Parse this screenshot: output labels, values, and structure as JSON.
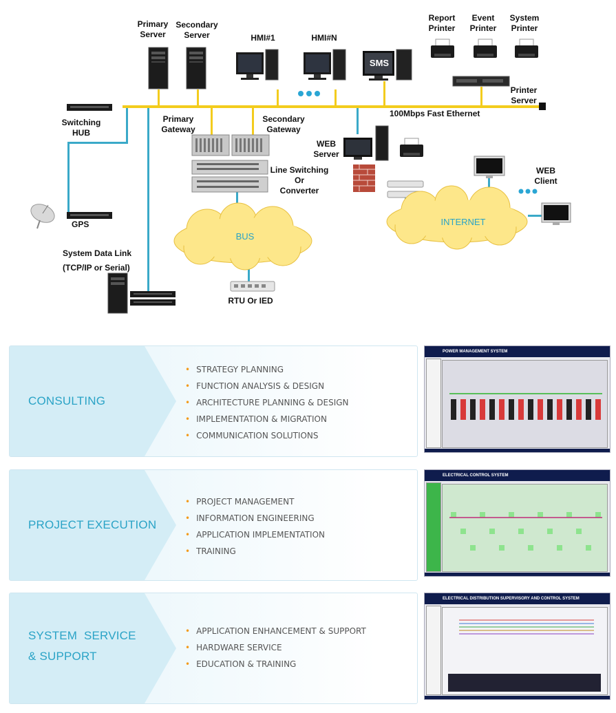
{
  "diagram": {
    "labels": {
      "primary_server": "Primary\nServer",
      "secondary_server": "Secondary\nServer",
      "hmi1": "HMI#1",
      "hmin": "HMI#N",
      "sms": "SMS",
      "report_printer": "Report\nPrinter",
      "event_printer": "Event\nPrinter",
      "system_printer": "System\nPrinter",
      "printer_server": "Printer\nServer",
      "ethernet": "100Mbps Fast Ethernet",
      "switching_hub": "Switching\nHUB",
      "primary_gateway": "Primary\nGateway",
      "secondary_gateway": "Secondary\nGateway",
      "web_server": "WEB\nServer",
      "line_switching": "Line Switching\nOr\nConverter",
      "web_client": "WEB\nClient",
      "gps": "GPS",
      "system_data_link": "System Data Link",
      "tcpip_serial": "(TCP/IP or Serial)",
      "bus": "BUS",
      "internet": "INTERNET",
      "rtu": "RTU Or IED"
    },
    "colors": {
      "backbone": "#f3cc1d",
      "link": "#3aa9c8",
      "cloud": "#fde78a",
      "cloud_text": "#29a3c7"
    }
  },
  "services": [
    {
      "title_lines": [
        "CONSULTING"
      ],
      "items": [
        "STRATEGY PLANNING",
        "FUNCTION ANALYSIS & DESIGN",
        "ARCHITECTURE PLANNING & DESIGN",
        "IMPLEMENTATION & MIGRATION",
        "COMMUNICATION SOLUTIONS"
      ],
      "screenshot": {
        "title": "POWER MANAGEMENT SYSTEM",
        "theme": "gray"
      }
    },
    {
      "title_lines": [
        "PROJECT EXECUTION"
      ],
      "items": [
        "PROJECT MANAGEMENT",
        "INFORMATION ENGINEERING",
        "APPLICATION IMPLEMENTATION",
        "TRAINING"
      ],
      "screenshot": {
        "title": "ELECTRICAL CONTROL SYSTEM",
        "theme": "green"
      }
    },
    {
      "title_lines": [
        "SYSTEM  SERVICE",
        "& SUPPORT"
      ],
      "items": [
        "APPLICATION ENHANCEMENT & SUPPORT",
        "HARDWARE SERVICE",
        "EDUCATION & TRAINING"
      ],
      "screenshot": {
        "title": "ELECTRICAL DISTRIBUTION SUPERVISORY AND CONTROL SYSTEM",
        "theme": "trend"
      }
    }
  ],
  "bullet_color": "#f39b1b",
  "accent": "#2aa3c6"
}
